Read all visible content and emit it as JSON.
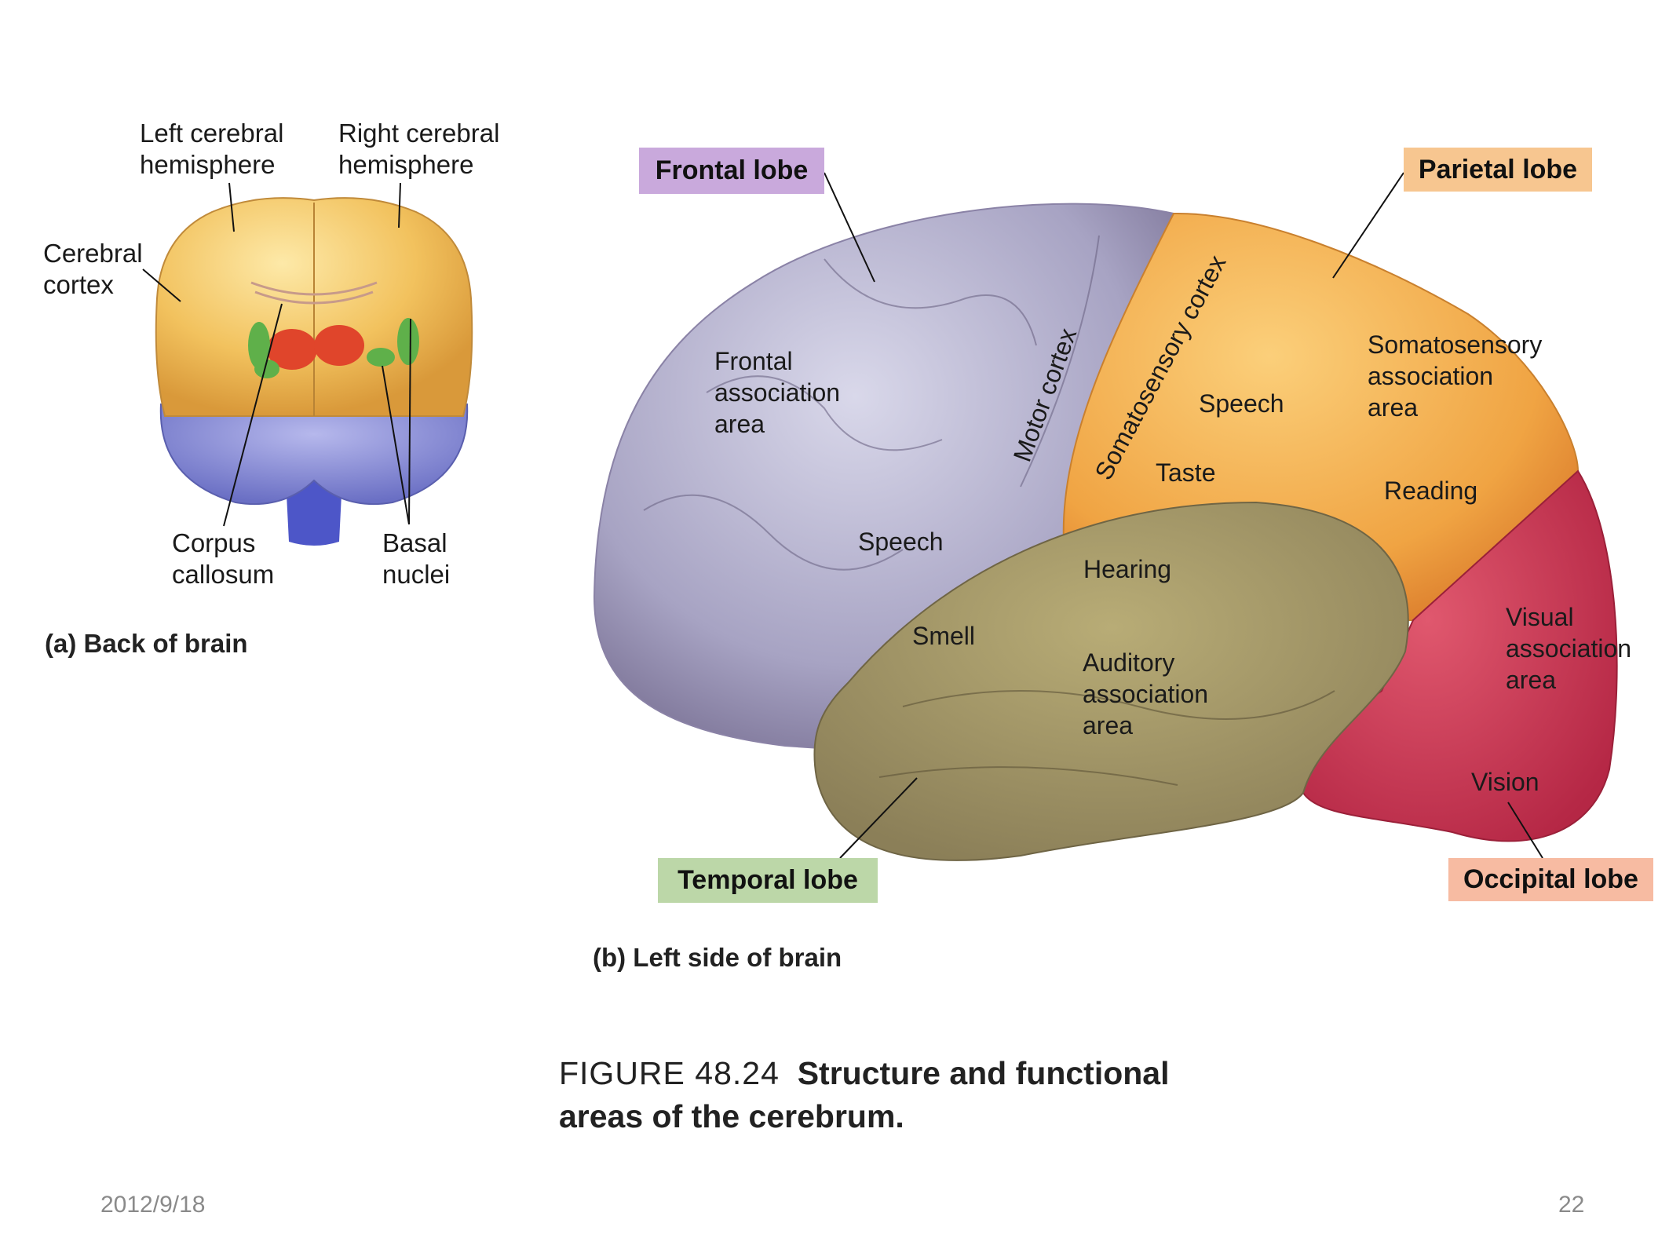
{
  "panel_a": {
    "labels": {
      "left_hemisphere": "Left cerebral\nhemisphere",
      "right_hemisphere": "Right cerebral\nhemisphere",
      "cerebral_cortex": "Cerebral\ncortex",
      "corpus_callosum": "Corpus\ncallosum",
      "basal_nuclei": "Basal\nnuclei"
    },
    "title": "(a) Back of brain"
  },
  "panel_b": {
    "lobes": {
      "frontal": {
        "label": "Frontal lobe",
        "color": "#c9a9dc"
      },
      "parietal": {
        "label": "Parietal lobe",
        "color": "#f7c690"
      },
      "temporal": {
        "label": "Temporal lobe",
        "color": "#bcd7a8"
      },
      "occipital": {
        "label": "Occipital lobe",
        "color": "#f7bba2"
      }
    },
    "areas": {
      "frontal_association": "Frontal\nassociation\narea",
      "motor_cortex": "Motor cortex",
      "somatosensory_cortex": "Somatosensory cortex",
      "speech_parietal": "Speech",
      "taste": "Taste",
      "somatosensory_association": "Somatosensory\nassociation\narea",
      "reading": "Reading",
      "speech_frontal": "Speech",
      "hearing": "Hearing",
      "smell": "Smell",
      "auditory_association": "Auditory\nassociation\narea",
      "visual_association": "Visual\nassociation\narea",
      "vision": "Vision"
    },
    "title": "(b) Left side of brain"
  },
  "figure_caption": {
    "number": "FIGURE 48.24",
    "line1_rest": "Structure and functional",
    "line2": "areas of the cerebrum."
  },
  "footer": {
    "date": "2012/9/18",
    "page_number": "22"
  }
}
